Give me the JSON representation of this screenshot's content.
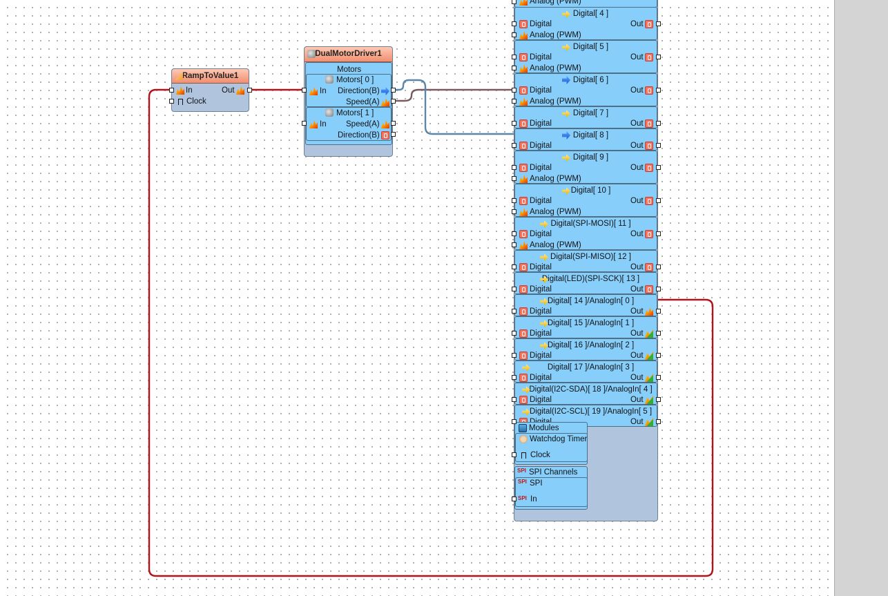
{
  "ramp": {
    "title": "RampToValue1",
    "in": "In",
    "out": "Out",
    "clock": "Clock"
  },
  "driver": {
    "title": "DualMotorDriver1",
    "section": "Motors",
    "motor0": {
      "title": "Motors[ 0 ]",
      "in": "In",
      "dir": "Direction(B)",
      "speed": "Speed(A)"
    },
    "motor1": {
      "title": "Motors[ 1 ]",
      "in": "In",
      "speed": "Speed(A)",
      "dir": "Direction(B)"
    }
  },
  "arduino": {
    "top_partial": "Analog (PWM)",
    "digital_label": "Digital",
    "out_label": "Out",
    "pwm_label": "Analog (PWM)",
    "channels": [
      "Digital[ 4 ]",
      "Digital[ 5 ]",
      "Digital[ 6 ]",
      "Digital[ 7 ]",
      "Digital[ 8 ]",
      "Digital[ 9 ]",
      "Digital[ 10 ]",
      "Digital(SPI-MOSI)[ 11 ]",
      "Digital(SPI-MISO)[ 12 ]",
      "Digital(LED)(SPI-SCK)[ 13 ]",
      "Digital[ 14 ]/AnalogIn[ 0 ]",
      "Digital[ 15 ]/AnalogIn[ 1 ]",
      "Digital[ 16 ]/AnalogIn[ 2 ]",
      "Digital[ 17 ]/AnalogIn[ 3 ]",
      "Digital(I2C-SDA)[ 18 ]/AnalogIn[ 4 ]",
      "Digital(I2C-SCL)[ 19 ]/AnalogIn[ 5 ]"
    ],
    "modules": {
      "title": "Modules",
      "watchdog": "Watchdog Timer",
      "clock": "Clock"
    },
    "spi": {
      "title": "SPI Channels",
      "name": "SPI",
      "in": "In",
      "icon_text": "SPI"
    }
  },
  "colors": {
    "wire_red": "#b3121b",
    "wire_blue": "#4d7fb0",
    "section": "#87cefa",
    "node": "#b0c4de"
  }
}
